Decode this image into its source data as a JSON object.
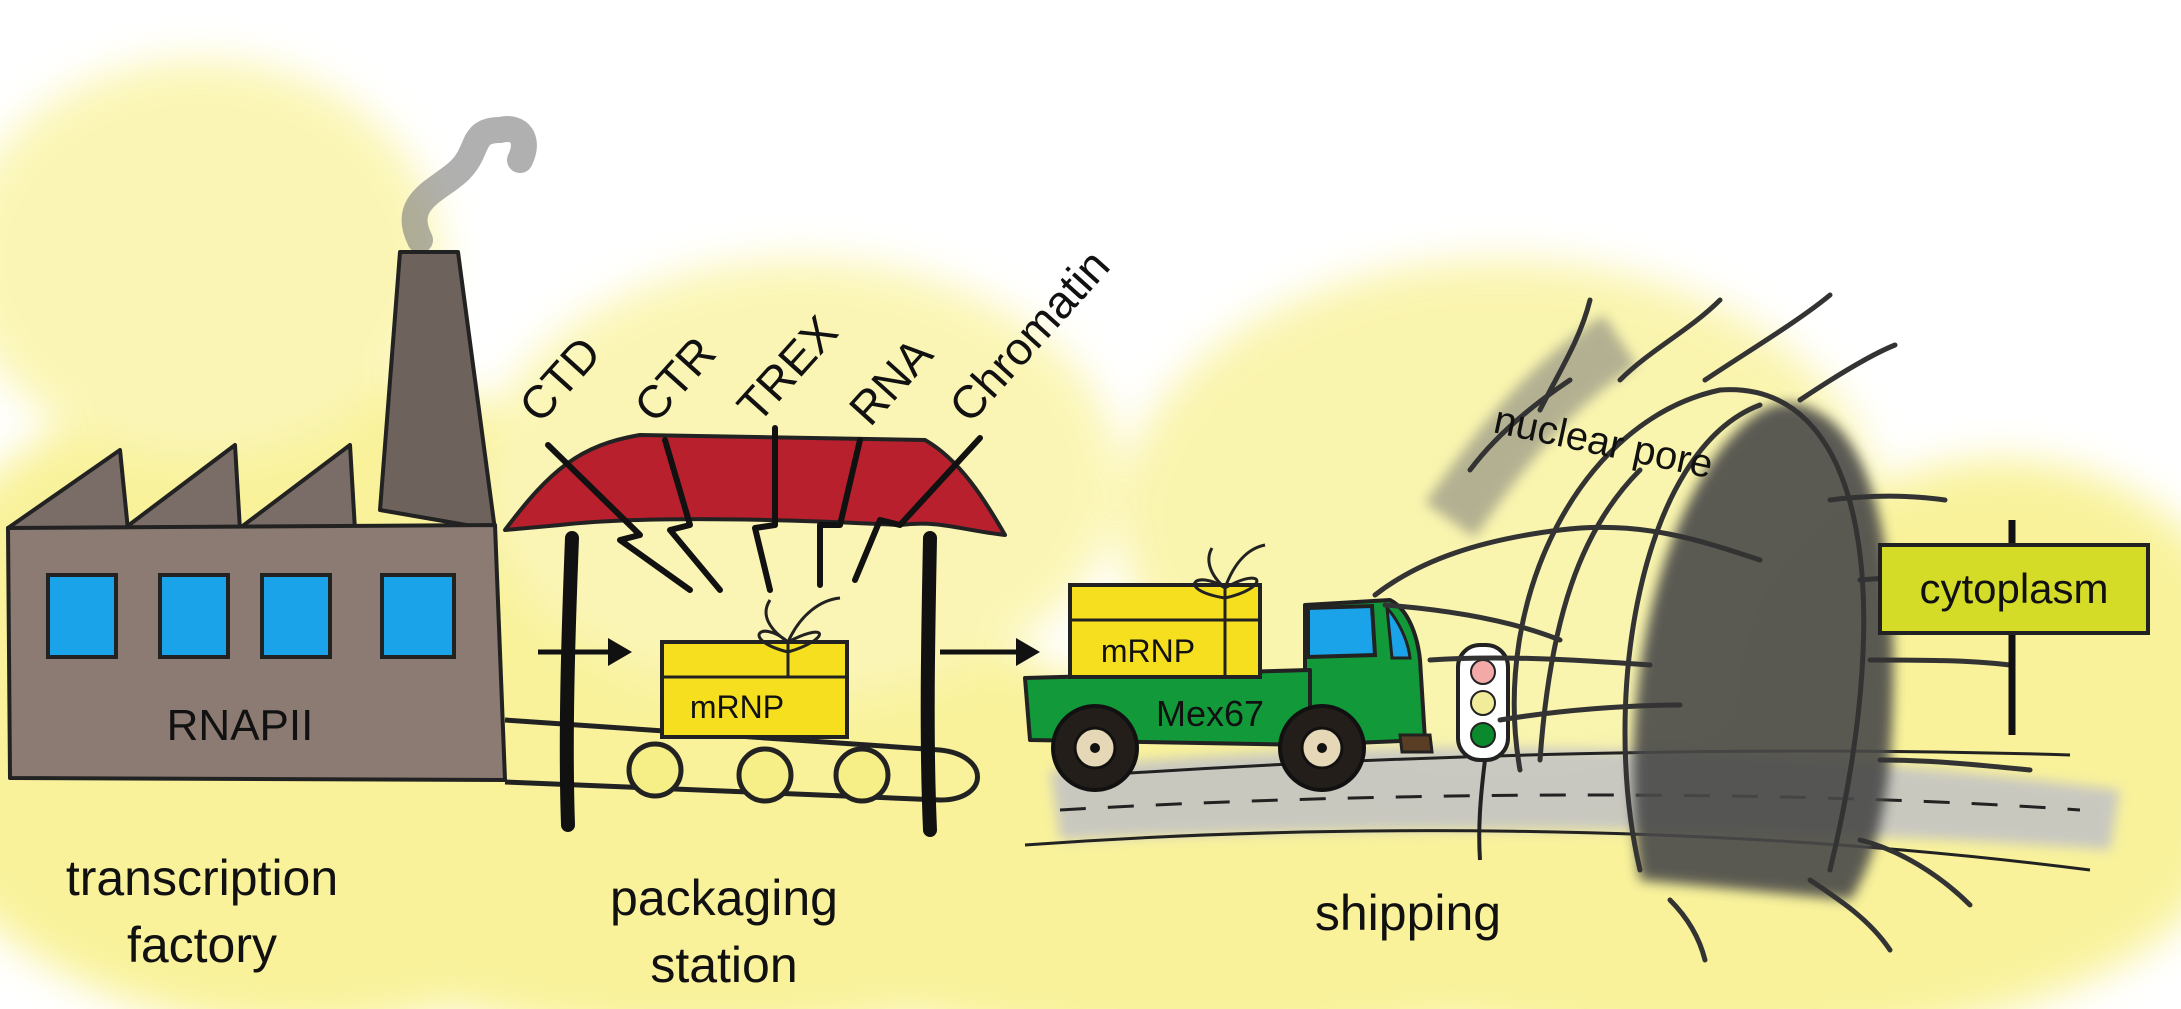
{
  "factory": {
    "label": "RNAPII",
    "caption_line1": "transcription",
    "caption_line2": "factory"
  },
  "station": {
    "caption_line1": "packaging",
    "caption_line2": "station",
    "inputs": [
      "CTD",
      "CTR",
      "TREX",
      "RNA",
      "Chromatin"
    ]
  },
  "package": {
    "label": "mRNP"
  },
  "truck": {
    "cargo_label": "mRNP",
    "body_label": "Mex67"
  },
  "shipping": {
    "caption": "shipping"
  },
  "pore": {
    "label": "nuclear pore"
  },
  "destination": {
    "label": "cytoplasm"
  },
  "colors": {
    "background_wash": "#f8f08a",
    "factory": "#8c7b72",
    "window": "#1aa3e8",
    "roof": "#b8202e",
    "box": "#f6df1e",
    "truck": "#129a3a",
    "road": "#c4c4c4",
    "smoke": "#4a4a4a",
    "sign": "#d4dc28"
  }
}
